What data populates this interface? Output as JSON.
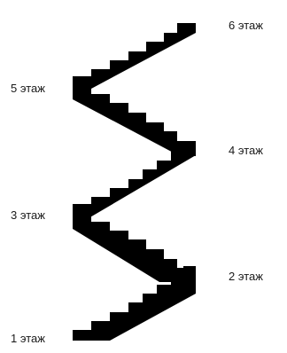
{
  "diagram": {
    "floors": [
      {
        "id": "floor-1",
        "label": "1 этаж"
      },
      {
        "id": "floor-2",
        "label": "2 этаж"
      },
      {
        "id": "floor-3",
        "label": "3 этаж"
      },
      {
        "id": "floor-4",
        "label": "4 этаж"
      },
      {
        "id": "floor-5",
        "label": "5 этаж"
      },
      {
        "id": "floor-6",
        "label": "6 этаж"
      }
    ],
    "stair_color": "#000000",
    "label_color": "#1a1a1a"
  }
}
